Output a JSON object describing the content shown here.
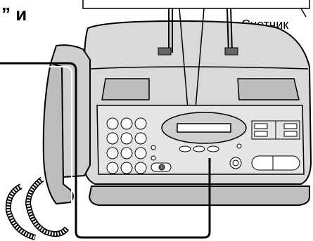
{
  "labels": {
    "top_left_fragment": "” и",
    "counter": "Счетчик"
  },
  "keypad": {
    "rows": 4,
    "columns": 3
  },
  "colors": {
    "line": "#000000",
    "housing": "#d9d9d9",
    "housing_dark": "#9a9a9a",
    "background": "#ffffff"
  }
}
